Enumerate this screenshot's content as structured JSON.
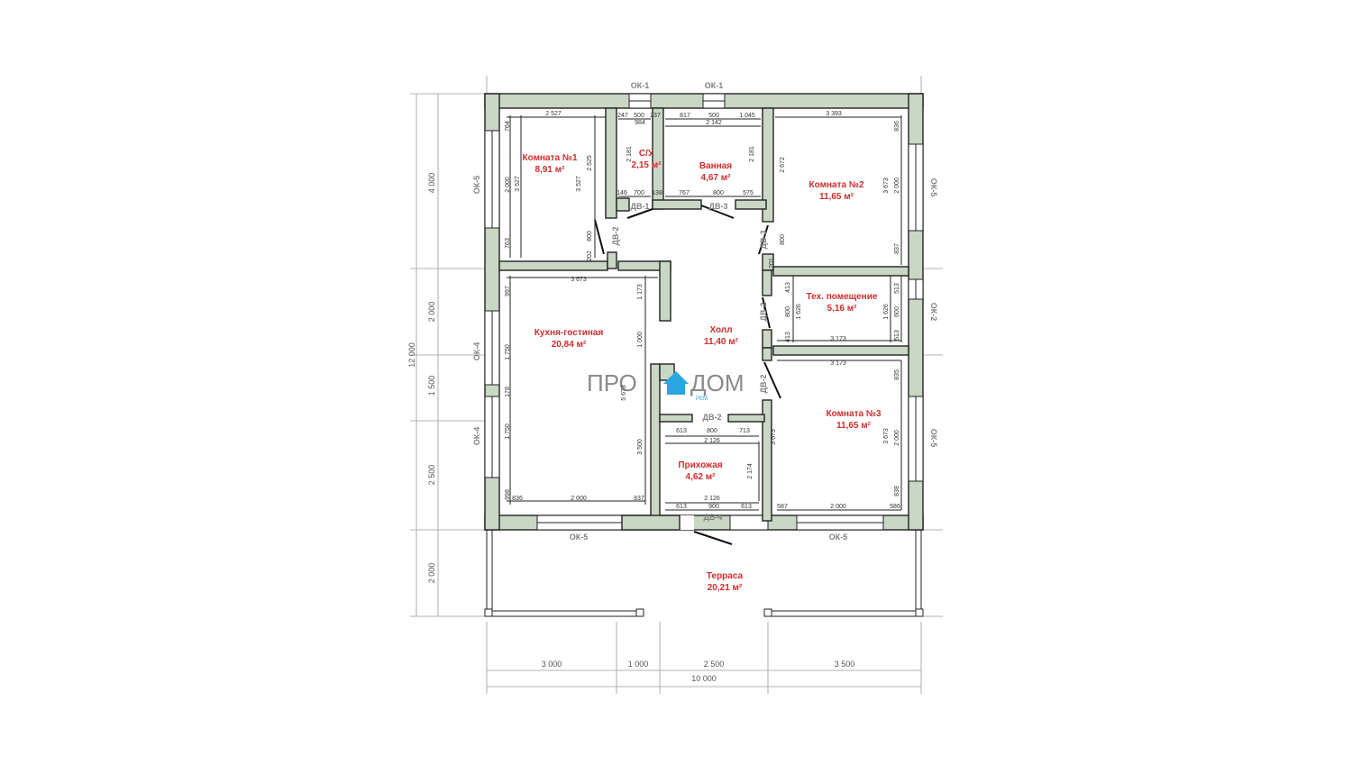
{
  "logo": {
    "part1": "ПРО",
    "part2": "ДОМ",
    "sub": "РЕМ"
  },
  "rooms": [
    {
      "name": "Комната №1",
      "area": "8,91 м²"
    },
    {
      "name": "С/У",
      "area": "2,15 м²"
    },
    {
      "name": "Ванная",
      "area": "4,67 м²"
    },
    {
      "name": "Комната №2",
      "area": "11,65 м²"
    },
    {
      "name": "Тех. помещение",
      "area": "5,16 м²"
    },
    {
      "name": "Холл",
      "area": "11,40 м²"
    },
    {
      "name": "Кухня-гостиная",
      "area": "20,84 м²"
    },
    {
      "name": "Комната №3",
      "area": "11,65 м²"
    },
    {
      "name": "Прихожая",
      "area": "4,62 м²"
    },
    {
      "name": "Терраса",
      "area": "20,21 м²"
    }
  ],
  "windows": [
    "ОК-1",
    "ОК-1",
    "ОК-5",
    "ОК-4",
    "ОК-4",
    "ОК-5",
    "ОК-2",
    "ОК-5",
    "ОК-5",
    "ОК-5"
  ],
  "doors": [
    "ДВ-1",
    "ДВ-3",
    "ДВ-2",
    "ДВ-3",
    "ДВ-2",
    "ДВ-2",
    "ДВ-2",
    "ДВ-4"
  ],
  "outer_dims": {
    "bottom": [
      "3 000",
      "1 000",
      "2 500",
      "3 500"
    ],
    "bottom_total": "10 000",
    "left": [
      "4 000",
      "2 000",
      "1 500",
      "2 500",
      "2 000"
    ],
    "left_total": "12 000"
  },
  "inner_dims": [
    "2 527",
    "764",
    "3 527",
    "2 000",
    "763",
    "2 525",
    "3 527",
    "800",
    "202",
    "247",
    "500",
    "237",
    "984",
    "2 181",
    "146",
    "700",
    "138",
    "817",
    "500",
    "1 045",
    "2 142",
    "2 181",
    "767",
    "800",
    "575",
    "3 393",
    "836",
    "2 672",
    "3 673",
    "2 000",
    "837",
    "800",
    "201",
    "3 673",
    "997",
    "1 173",
    "1 750",
    "178",
    "1 750",
    "5 673",
    "1 000",
    "3 500",
    "998",
    "836",
    "2 000",
    "837",
    "413",
    "800",
    "413",
    "1 626",
    "513",
    "600",
    "513",
    "1 626",
    "3 173",
    "3 173",
    "835",
    "3 673",
    "2 000",
    "838",
    "587",
    "2 000",
    "586",
    "3 673",
    "613",
    "800",
    "713",
    "2 126",
    "2 174",
    "2 126",
    "613",
    "900",
    "613"
  ]
}
